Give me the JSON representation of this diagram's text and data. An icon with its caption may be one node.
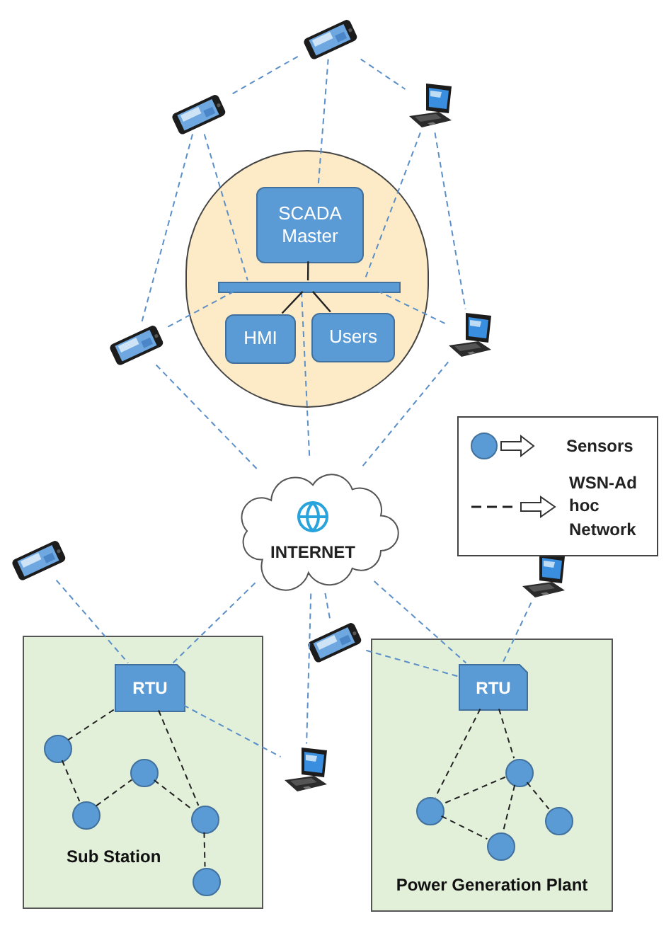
{
  "diagram": {
    "nodes": [
      {
        "text": [],
        "shape": "picture"
      },
      {
        "text": [],
        "shape": "picture"
      },
      {
        "text": [],
        "shape": "picture"
      },
      {
        "text": [],
        "shape": "circle"
      },
      {
        "text": [
          "SCADA Master"
        ],
        "in": 3
      },
      {
        "text": [],
        "shape": "bar",
        "in": 3
      },
      {
        "text": [
          "HMI"
        ],
        "in": 3
      },
      {
        "text": [
          "Users"
        ],
        "in": 3
      },
      {
        "text": [],
        "shape": "picture"
      },
      {
        "text": [],
        "shape": "picture"
      },
      {
        "text": [
          "INTERNET"
        ]
      },
      {
        "text": [],
        "shape": "picture"
      },
      {
        "text": [],
        "shape": "picture"
      },
      {
        "text": [],
        "shape": "picture"
      },
      {
        "text": [
          "Sub Station"
        ]
      },
      {
        "text": [
          "RTU"
        ],
        "in": 14
      },
      {
        "text": [],
        "shape": "circle",
        "in": 14
      },
      {
        "text": [],
        "shape": "circle",
        "in": 14
      },
      {
        "text": [],
        "shape": "circle",
        "in": 14
      },
      {
        "text": [],
        "shape": "circle",
        "in": 14
      },
      {
        "text": [],
        "shape": "circle",
        "in": 14
      },
      {
        "text": [
          "Power Generation Plant"
        ]
      },
      {
        "text": [
          "RTU"
        ],
        "in": 21
      },
      {
        "text": [],
        "shape": "circle",
        "in": 21
      },
      {
        "text": [],
        "shape": "circle",
        "in": 21
      },
      {
        "text": [],
        "shape": "circle",
        "in": 21
      },
      {
        "text": [],
        "shape": "circle",
        "in": 21
      },
      {
        "text": [],
        "shape": "picture"
      }
    ],
    "edges": [
      {
        "from": 0,
        "to": 1,
        "arrow": "none",
        "style": "dashed"
      },
      {
        "from": 0,
        "to": 2,
        "arrow": "none",
        "style": "dashed"
      },
      {
        "from": 0,
        "to": 4,
        "arrow": "none",
        "style": "dashed"
      },
      {
        "from": 1,
        "to": 8,
        "arrow": "none",
        "style": "dashed"
      },
      {
        "from": 1,
        "to": 5,
        "arrow": "none",
        "style": "dashed"
      },
      {
        "from": 2,
        "to": 5,
        "arrow": "none",
        "style": "dashed"
      },
      {
        "from": 2,
        "to": 9,
        "arrow": "none",
        "style": "dashed"
      },
      {
        "from": 8,
        "to": 5,
        "arrow": "none",
        "style": "dashed"
      },
      {
        "from": 9,
        "to": 5,
        "arrow": "none",
        "style": "dashed"
      },
      {
        "from": 8,
        "to": 10,
        "arrow": "none",
        "style": "dashed"
      },
      {
        "from": 9,
        "to": 10,
        "arrow": "none",
        "style": "dashed"
      },
      {
        "from": 5,
        "to": 10,
        "arrow": "none",
        "style": "dashed"
      },
      {
        "from": 4,
        "to": 5,
        "arrow": "none",
        "color": "#222222"
      },
      {
        "from": 5,
        "to": 6,
        "arrow": "none",
        "color": "#222222"
      },
      {
        "from": 5,
        "to": 7,
        "arrow": "none",
        "color": "#222222"
      },
      {
        "from": 10,
        "to": 15,
        "arrow": "none",
        "style": "dashed"
      },
      {
        "from": 10,
        "to": 27,
        "arrow": "none",
        "style": "dashed"
      },
      {
        "from": 10,
        "to": 13,
        "arrow": "none",
        "style": "dashed"
      },
      {
        "from": 10,
        "to": 22,
        "arrow": "none",
        "style": "dashed"
      },
      {
        "from": 11,
        "to": 15,
        "arrow": "none",
        "style": "dashed"
      },
      {
        "from": 13,
        "to": 22,
        "arrow": "none",
        "style": "dashed"
      },
      {
        "from": 12,
        "to": 22,
        "arrow": "none",
        "style": "dashed"
      },
      {
        "from": 15,
        "to": 27,
        "arrow": "none",
        "style": "dashed"
      },
      {
        "from": 15,
        "to": 16,
        "arrow": "none",
        "style": "dashed",
        "color": "#222222"
      },
      {
        "from": 16,
        "to": 18,
        "arrow": "none",
        "style": "dashed",
        "color": "#222222"
      },
      {
        "from": 18,
        "to": 17,
        "arrow": "none",
        "style": "dashed",
        "color": "#222222"
      },
      {
        "from": 17,
        "to": 19,
        "arrow": "none",
        "style": "dashed",
        "color": "#222222"
      },
      {
        "from": 15,
        "to": 19,
        "arrow": "none",
        "style": "dashed",
        "color": "#222222"
      },
      {
        "from": 19,
        "to": 20,
        "arrow": "none",
        "style": "dashed",
        "color": "#222222"
      },
      {
        "from": 22,
        "to": 24,
        "arrow": "none",
        "style": "dashed",
        "color": "#222222"
      },
      {
        "from": 22,
        "to": 23,
        "arrow": "none",
        "style": "dashed",
        "color": "#222222"
      },
      {
        "from": 23,
        "to": 24,
        "arrow": "none",
        "style": "dashed",
        "color": "#222222"
      },
      {
        "from": 24,
        "to": 26,
        "arrow": "none",
        "style": "dashed",
        "color": "#222222"
      },
      {
        "from": 23,
        "to": 26,
        "arrow": "none",
        "style": "dashed",
        "color": "#222222"
      },
      {
        "from": 23,
        "to": 25,
        "arrow": "none",
        "style": "dashed",
        "color": "#222222"
      }
    ],
    "legend": [
      {
        "text": "Sensors"
      },
      {
        "text": "WSN-Ad hoc Network"
      }
    ]
  }
}
